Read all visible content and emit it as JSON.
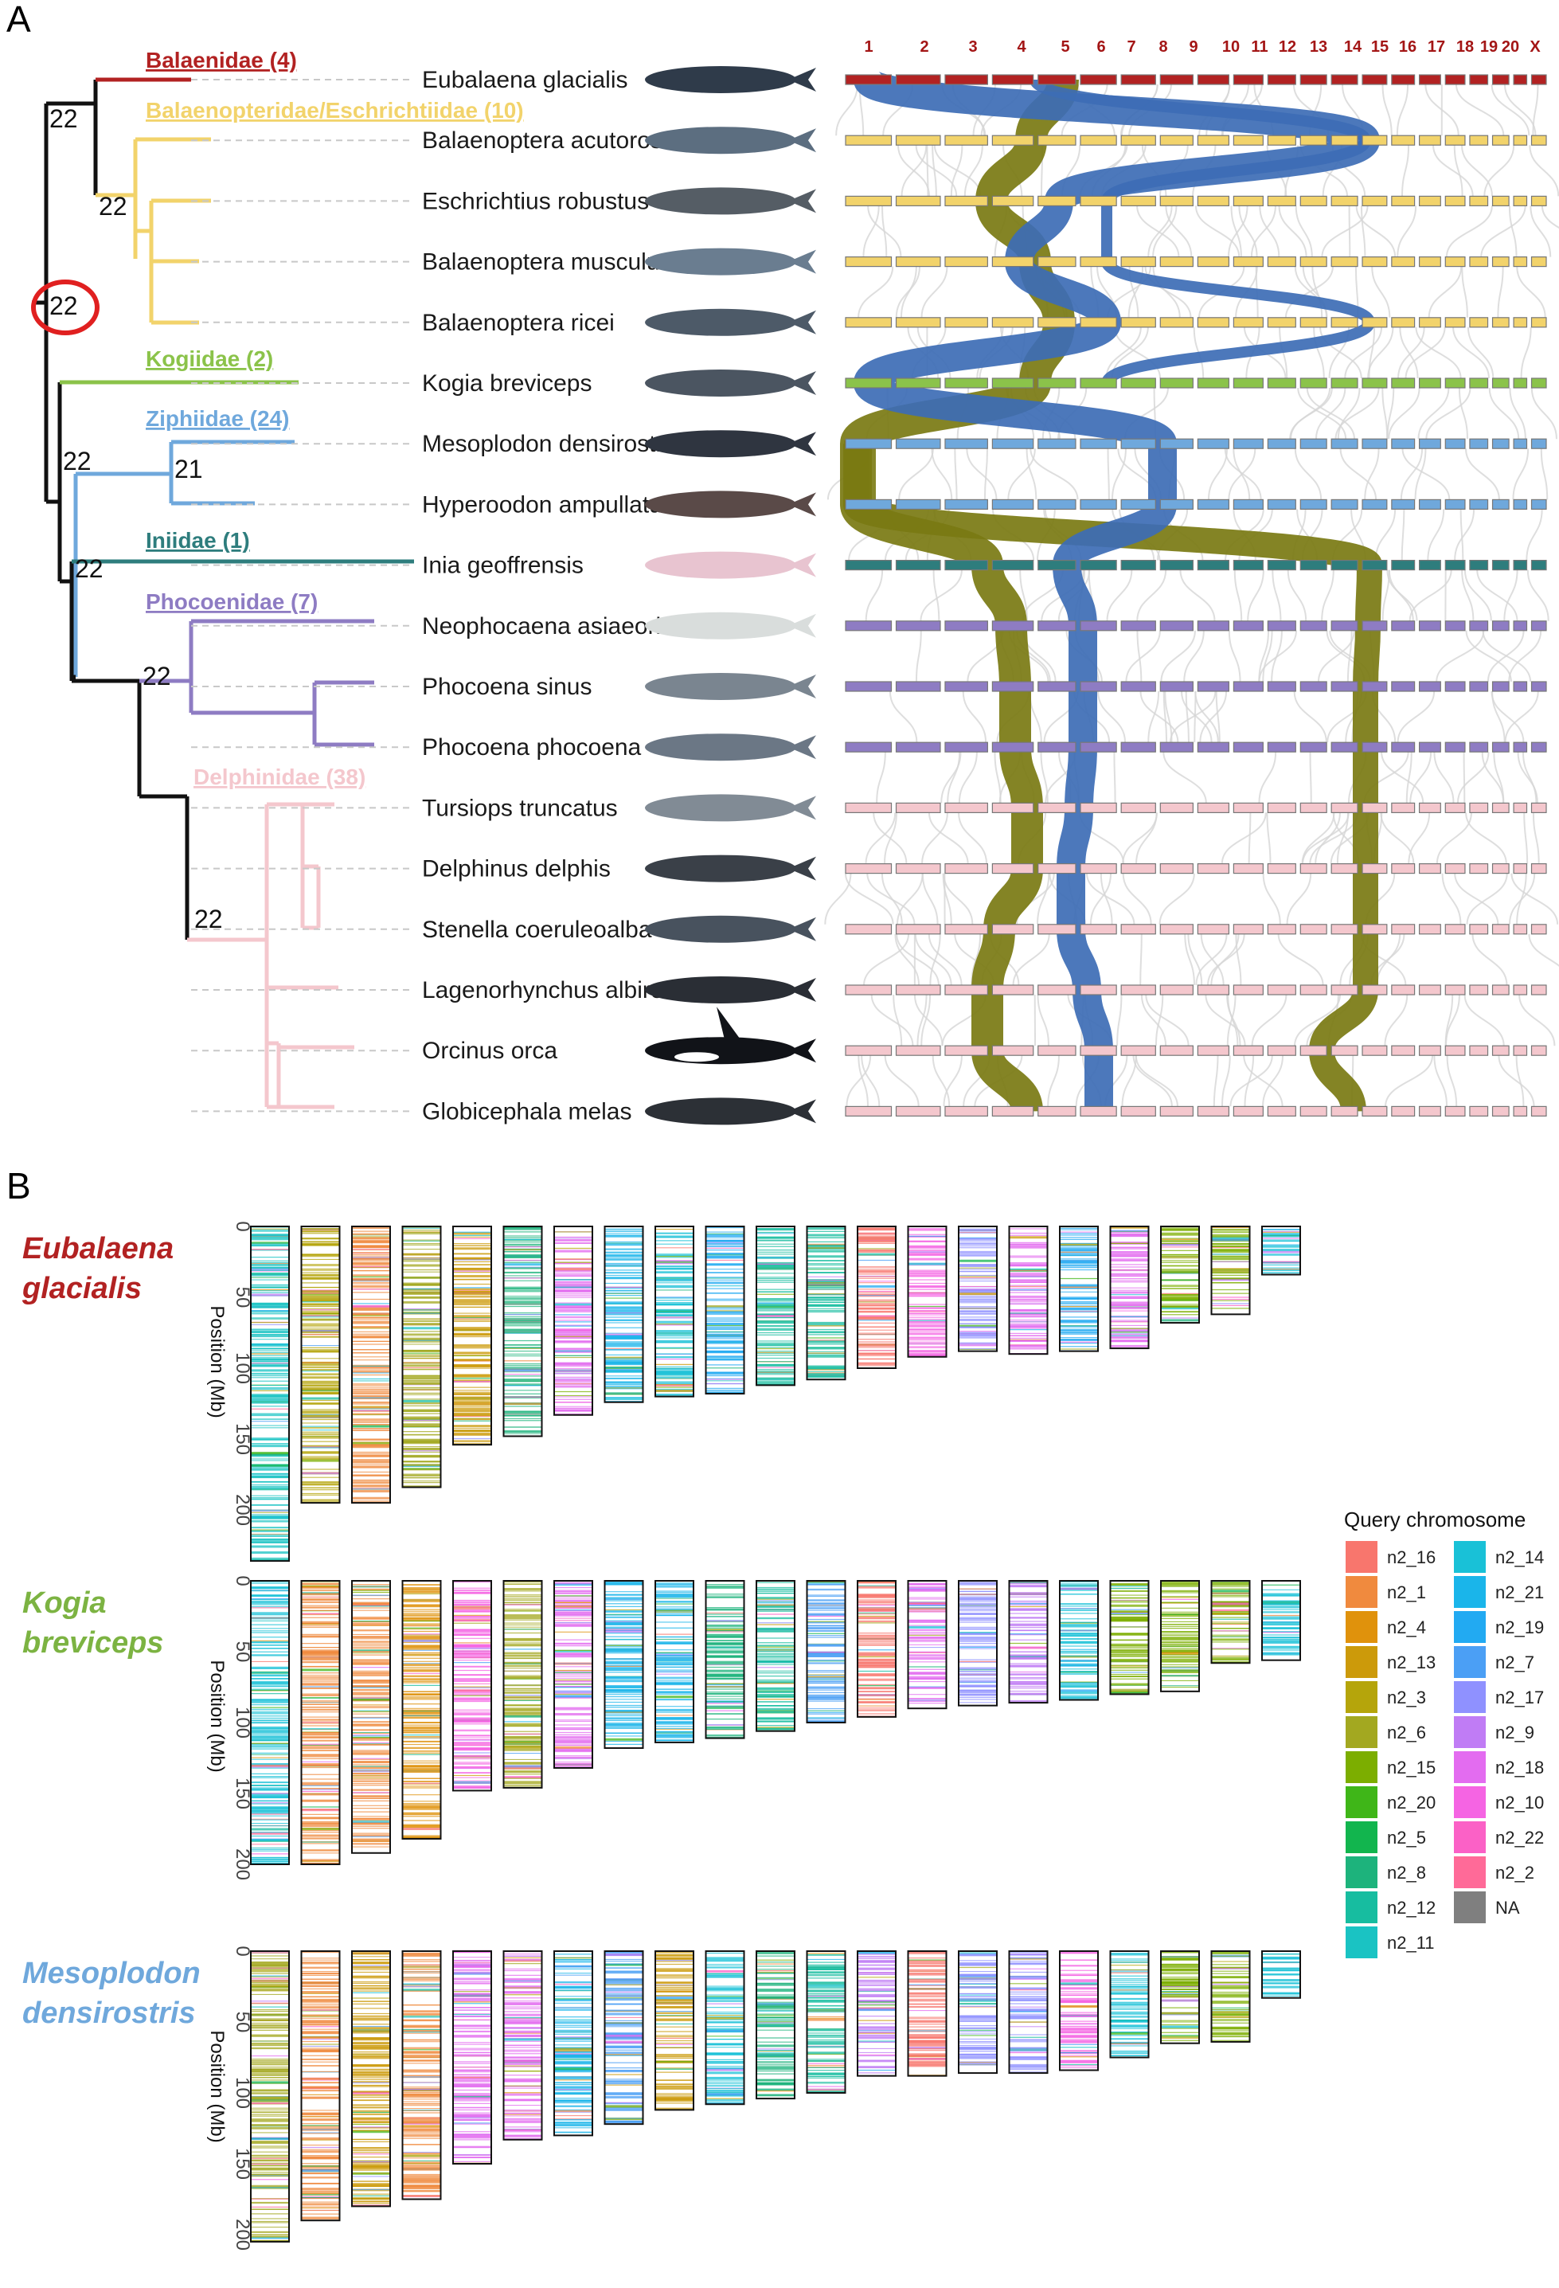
{
  "panel_a": {
    "label": "A",
    "families": [
      {
        "name": "Balaenidae (4)",
        "color": "#b22222"
      },
      {
        "name": "Balaenopteridae/Eschrichtiidae (10)",
        "color": "#f2d36b"
      },
      {
        "name": "Kogiidae (2)",
        "color": "#8bc34a"
      },
      {
        "name": "Ziphiidae (24)",
        "color": "#6fa8dc"
      },
      {
        "name": "Iniidae (1)",
        "color": "#2e7d7d"
      },
      {
        "name": "Phocoenidae (7)",
        "color": "#8e7cc3"
      },
      {
        "name": "Delphinidae (38)",
        "color": "#f4c7cd"
      }
    ],
    "species": [
      {
        "name": "Eubalaena glacialis",
        "family": 0
      },
      {
        "name": "Balaenoptera acutorostrata",
        "family": 1
      },
      {
        "name": "Eschrichtius robustus",
        "family": 1
      },
      {
        "name": "Balaenoptera musculus",
        "family": 1
      },
      {
        "name": "Balaenoptera ricei",
        "family": 1
      },
      {
        "name": "Kogia breviceps",
        "family": 2
      },
      {
        "name": "Mesoplodon densirostris",
        "family": 3
      },
      {
        "name": "Hyperoodon ampullatus",
        "family": 3
      },
      {
        "name": "Inia geoffrensis",
        "family": 4
      },
      {
        "name": "Neophocaena asiaeorientalis",
        "family": 5
      },
      {
        "name": "Phocoena sinus",
        "family": 5
      },
      {
        "name": "Phocoena phocoena",
        "family": 5
      },
      {
        "name": "Tursiops truncatus",
        "family": 6
      },
      {
        "name": "Delphinus delphis",
        "family": 6
      },
      {
        "name": "Stenella coeruleoalba",
        "family": 6
      },
      {
        "name": "Lagenorhynchus albirostris",
        "family": 6
      },
      {
        "name": "Orcinus orca",
        "family": 6
      },
      {
        "name": "Globicephala melas",
        "family": 6
      }
    ],
    "node_numbers": [
      "22",
      "22",
      "22",
      "22",
      "21",
      "22",
      "22",
      "22"
    ],
    "chromosomes": [
      "1",
      "2",
      "3",
      "4",
      "5",
      "6",
      "7",
      "8",
      "9",
      "10",
      "11",
      "12",
      "13",
      "14",
      "15",
      "16",
      "17",
      "18",
      "19",
      "20",
      "X"
    ],
    "ribbon_colors": {
      "green": "#7a7a12",
      "blue": "#3d6db5"
    }
  },
  "panel_b": {
    "label": "B",
    "species": [
      {
        "name_line1": "Eubalaena",
        "name_line2": "glacialis",
        "color": "#b22222"
      },
      {
        "name_line1": "Kogia",
        "name_line2": "breviceps",
        "color": "#7cb342"
      },
      {
        "name_line1": "Mesoplodon",
        "name_line2": "densirostris",
        "color": "#6fa8dc"
      }
    ],
    "axis_title": "Position (Mb)",
    "ticks": [
      "0",
      "50",
      "100",
      "150",
      "200"
    ],
    "legend_title": "Query chromosome",
    "legend": [
      {
        "name": "n2_16",
        "color": "#f8766d"
      },
      {
        "name": "n2_1",
        "color": "#f08a3e"
      },
      {
        "name": "n2_4",
        "color": "#e0920c"
      },
      {
        "name": "n2_13",
        "color": "#cc9a0a"
      },
      {
        "name": "n2_3",
        "color": "#b5a50b"
      },
      {
        "name": "n2_6",
        "color": "#a3a820"
      },
      {
        "name": "n2_15",
        "color": "#7cae00"
      },
      {
        "name": "n2_20",
        "color": "#3fb618"
      },
      {
        "name": "n2_5",
        "color": "#12b54e"
      },
      {
        "name": "n2_8",
        "color": "#1db37c"
      },
      {
        "name": "n2_12",
        "color": "#17bda0"
      },
      {
        "name": "n2_11",
        "color": "#1ac3c3"
      },
      {
        "name": "n2_14",
        "color": "#19c1d7"
      },
      {
        "name": "n2_21",
        "color": "#1ab5ea"
      },
      {
        "name": "n2_19",
        "color": "#22aaf2"
      },
      {
        "name": "n2_7",
        "color": "#4b9ff5"
      },
      {
        "name": "n2_17",
        "color": "#8f91ff"
      },
      {
        "name": "n2_9",
        "color": "#c07cf5"
      },
      {
        "name": "n2_18",
        "color": "#e36cf0"
      },
      {
        "name": "n2_10",
        "color": "#f564e3"
      },
      {
        "name": "n2_22",
        "color": "#fb61c6"
      },
      {
        "name": "n2_2",
        "color": "#ff6a98"
      },
      {
        "name": "NA",
        "color": "#7f7f7f"
      }
    ]
  }
}
